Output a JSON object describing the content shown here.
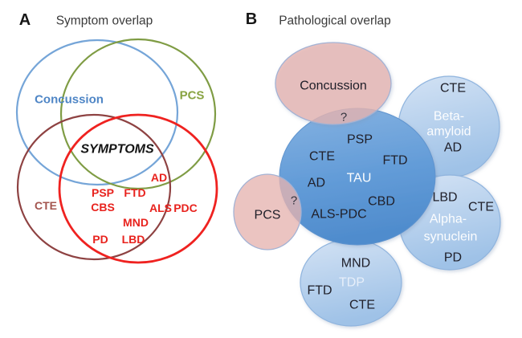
{
  "figure": {
    "panel_a": {
      "panel_label": "A",
      "title": "Symptom overlap",
      "circle_labels": {
        "concussion": "Concussion",
        "pcs": "PCS",
        "cte": "CTE"
      },
      "center_label": "SYMPTOMS",
      "diseases": {
        "ad": "AD",
        "psp": "PSP",
        "ftd": "FTD",
        "cbs": "CBS",
        "als": "ALS",
        "pdc": "PDC",
        "mnd": "MND",
        "pd": "PD",
        "lbd": "LBD"
      }
    },
    "panel_b": {
      "panel_label": "B",
      "title": "Pathological overlap",
      "concussion_label": "Concussion",
      "pcs_label": "PCS",
      "question_mark_top": "?",
      "question_mark_left": "?",
      "tau_circle": {
        "cte": "CTE",
        "psp": "PSP",
        "ftd": "FTD",
        "ad": "AD",
        "protein": "TAU",
        "cbd": "CBD",
        "als_pdc": "ALS-PDC"
      },
      "beta_amyloid_circle": {
        "cte": "CTE",
        "protein_line1": "Beta-",
        "protein_line2": "amyloid",
        "ad": "AD"
      },
      "alpha_synuclein_circle": {
        "lbd": "LBD",
        "cte": "CTE",
        "protein_line1": "Alpha-",
        "protein_line2": "synuclein",
        "pd": "PD"
      },
      "tdp_circle": {
        "mnd": "MND",
        "protein": "TDP",
        "ftd": "FTD",
        "cte": "CTE"
      }
    },
    "colors": {
      "panel_a": {
        "concussion_circle_stroke": "#75a5d8",
        "pcs_circle_stroke": "#7f9c44",
        "cte_circle_stroke": "#8e4242",
        "disease_circle_stroke": "#ef2220",
        "concussion_text": "#4f86c6",
        "pcs_text": "#88a342",
        "cte_text": "#a3544e",
        "disease_text": "#e8231e",
        "symptoms_text": "#141414"
      },
      "panel_b": {
        "pink_fill": "#e6b3af",
        "pink_stroke": "#a3b2d4",
        "central_fill_top": "#82b0e0",
        "central_fill_bottom": "#4f8ccd",
        "side_fill_top": "#cfe0f3",
        "side_fill_bottom": "#9fc2e7",
        "side_stroke": "#8fb4de",
        "dark_text": "#20202a",
        "white_text": "#fcfdfe"
      }
    }
  }
}
